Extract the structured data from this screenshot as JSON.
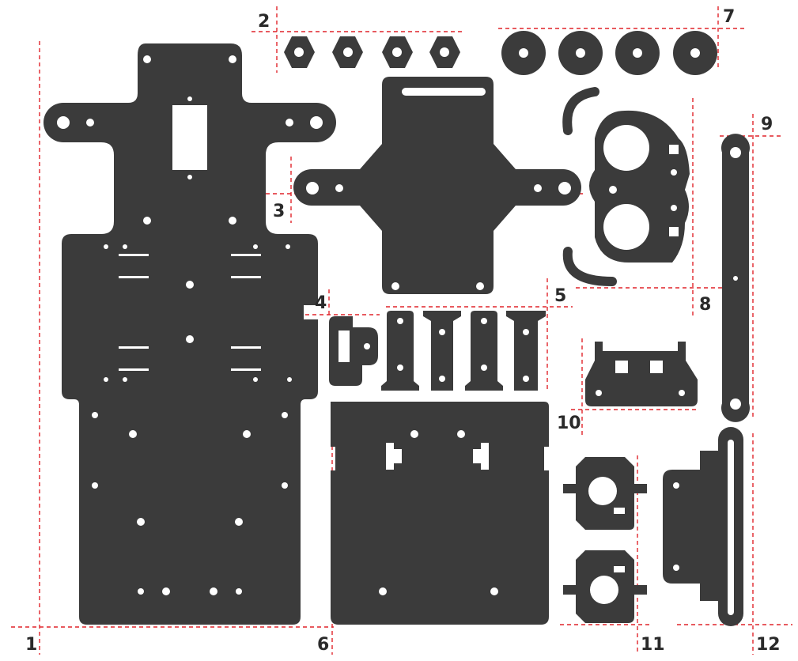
{
  "parts": [
    {
      "number": "1"
    },
    {
      "number": "2"
    },
    {
      "number": "3"
    },
    {
      "number": "4"
    },
    {
      "number": "5"
    },
    {
      "number": "6"
    },
    {
      "number": "7"
    },
    {
      "number": "8"
    },
    {
      "number": "9"
    },
    {
      "number": "10"
    },
    {
      "number": "11"
    },
    {
      "number": "12"
    }
  ],
  "colors": {
    "part_fill": "#3b3b3b",
    "guide_line": "#e0242a",
    "background": "#ffffff"
  }
}
